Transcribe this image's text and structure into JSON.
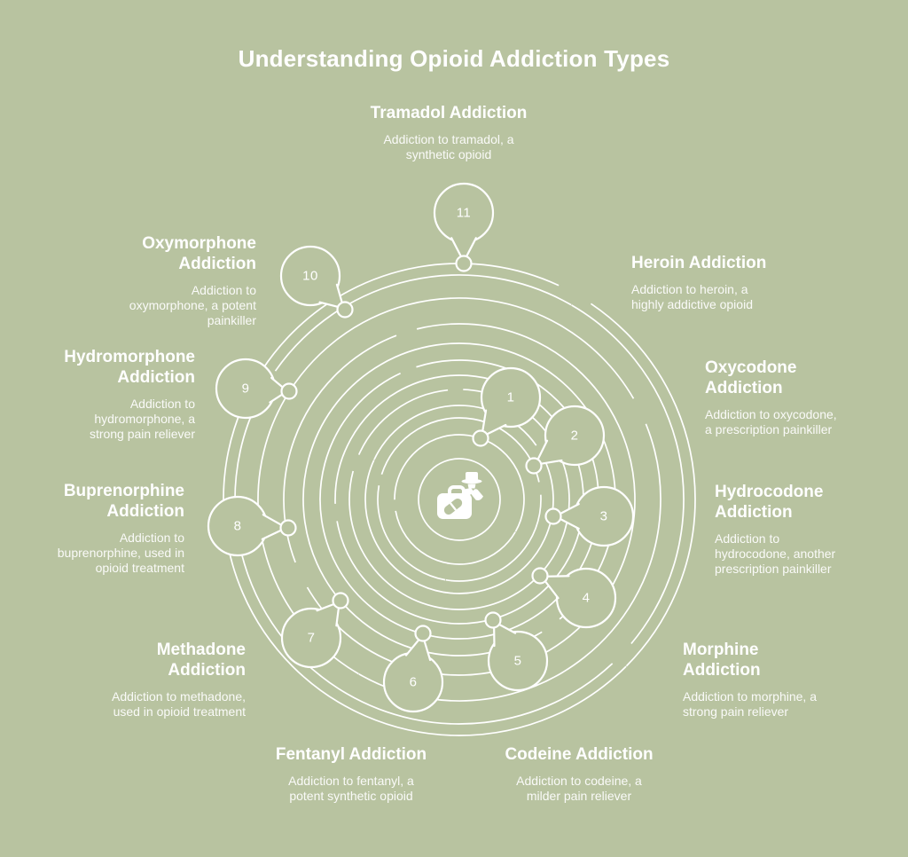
{
  "title": "Understanding Opioid Addiction Types",
  "colors": {
    "background": "#b8c3a0",
    "line": "#ffffff",
    "text": "#ffffff"
  },
  "center_icon": "medical-bag-doctor-icon",
  "items": [
    {
      "num": "1",
      "name": "heroin",
      "title": "Heroin Addiction",
      "desc": "Addiction to heroin, a\nhighly addictive opioid"
    },
    {
      "num": "2",
      "name": "oxycodone",
      "title": "Oxycodone\nAddiction",
      "desc": "Addiction to oxycodone,\na prescription painkiller"
    },
    {
      "num": "3",
      "name": "hydrocodone",
      "title": "Hydrocodone\nAddiction",
      "desc": "Addiction to\nhydrocodone, another\nprescription painkiller"
    },
    {
      "num": "4",
      "name": "morphine",
      "title": "Morphine\nAddiction",
      "desc": "Addiction to morphine, a\nstrong pain reliever"
    },
    {
      "num": "5",
      "name": "codeine",
      "title": "Codeine Addiction",
      "desc": "Addiction to codeine, a\nmilder pain reliever"
    },
    {
      "num": "6",
      "name": "fentanyl",
      "title": "Fentanyl Addiction",
      "desc": "Addiction to fentanyl, a\npotent synthetic opioid"
    },
    {
      "num": "7",
      "name": "methadone",
      "title": "Methadone\nAddiction",
      "desc": "Addiction to methadone,\nused in opioid treatment"
    },
    {
      "num": "8",
      "name": "buprenorphine",
      "title": "Buprenorphine\nAddiction",
      "desc": "Addiction to\nbuprenorphine, used in\nopioid treatment"
    },
    {
      "num": "9",
      "name": "hydromorphone",
      "title": "Hydromorphone\nAddiction",
      "desc": "Addiction to\nhydromorphone, a\nstrong pain reliever"
    },
    {
      "num": "10",
      "name": "oxymorphone",
      "title": "Oxymorphone\nAddiction",
      "desc": "Addiction to\noxymorphone, a potent\npainkiller"
    },
    {
      "num": "11",
      "name": "tramadol",
      "title": "Tramadol Addiction",
      "desc": "Addiction to tramadol, a\nsynthetic opioid"
    }
  ]
}
